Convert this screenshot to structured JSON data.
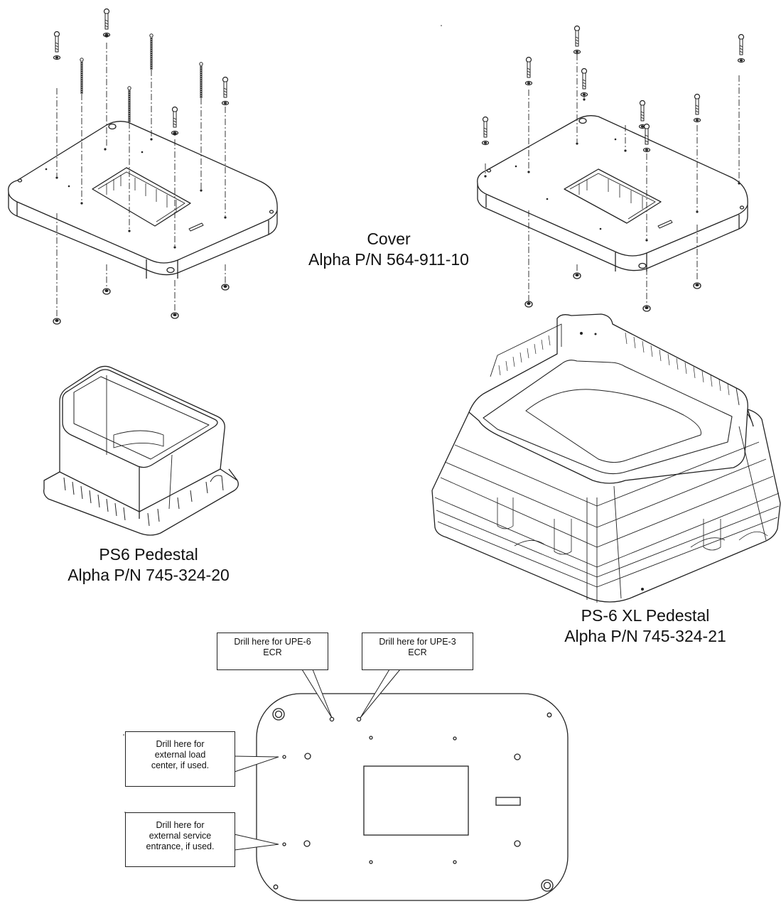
{
  "labels": {
    "cover": {
      "line1": "Cover",
      "line2": "Alpha P/N 564-911-10"
    },
    "ps6": {
      "line1": "PS6 Pedestal",
      "line2": "Alpha P/N 745-324-20"
    },
    "ps6xl": {
      "line1": "PS-6 XL Pedestal",
      "line2": "Alpha P/N 745-324-21"
    }
  },
  "callouts": {
    "upe6": {
      "line1": "Drill here for UPE-6",
      "line2": "ECR"
    },
    "upe3": {
      "line1": "Drill here for UPE-3",
      "line2": "ECR"
    },
    "load": {
      "line1": "Drill here for",
      "line2": "external load",
      "line3": "center, if used."
    },
    "service": {
      "line1": "Drill here for",
      "line2": "external service",
      "line3": "entrance, if used."
    }
  },
  "colors": {
    "line": "#222222",
    "fill": "#ffffff"
  }
}
